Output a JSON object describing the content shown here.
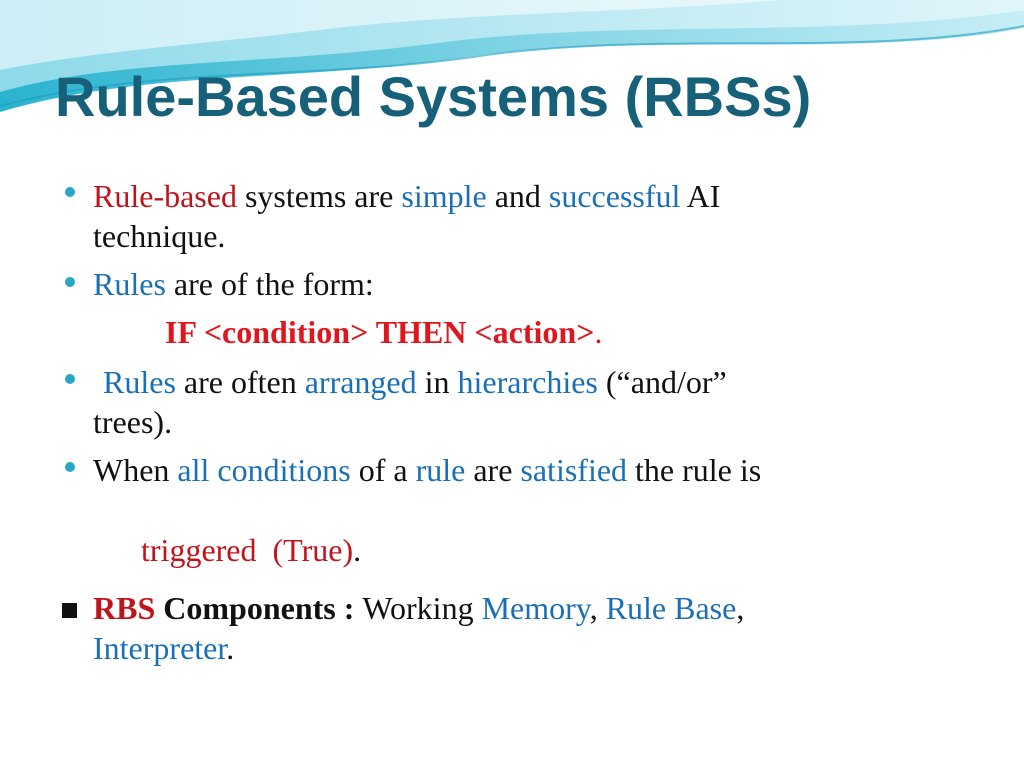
{
  "slide": {
    "title": "Rule-Based Systems (RBSs)",
    "accent_color": "#17607a",
    "bullet_color": "#2aa5c6",
    "highlight_red": "#c0131c",
    "highlight_blue": "#1b6fb6",
    "b1": {
      "t1": "Rule-based",
      "t2": " systems are ",
      "t3": "simple",
      "t4": " and ",
      "t5": "successful",
      "t6": " AI",
      "t7": "technique."
    },
    "b2": {
      "t1": "Rules",
      "t2": " are of the form:"
    },
    "rule_form": {
      "t1": "IF <condition> THEN <action>",
      "t2": "."
    },
    "b3": {
      "t1": "Rules",
      "t2": " are often ",
      "t3": "arranged",
      "t4": " in ",
      "t5": "hierarchies",
      "t6": " (“and/or”",
      "t7": "trees)."
    },
    "b4": {
      "t1": "When ",
      "t2": "all conditions",
      "t3": " of a ",
      "t4": "rule",
      "t5": " are ",
      "t6": "satisfied",
      "t7": " the rule is",
      "t8": "triggered  (True)",
      "t9": "."
    },
    "components": {
      "t1": "RBS",
      "t2": " Components : ",
      "t3": "Working ",
      "t4": "Memory",
      "t5": ", ",
      "t6": "Rule Base",
      "t7": ",",
      "t8": "Interpreter",
      "t9": "."
    }
  }
}
